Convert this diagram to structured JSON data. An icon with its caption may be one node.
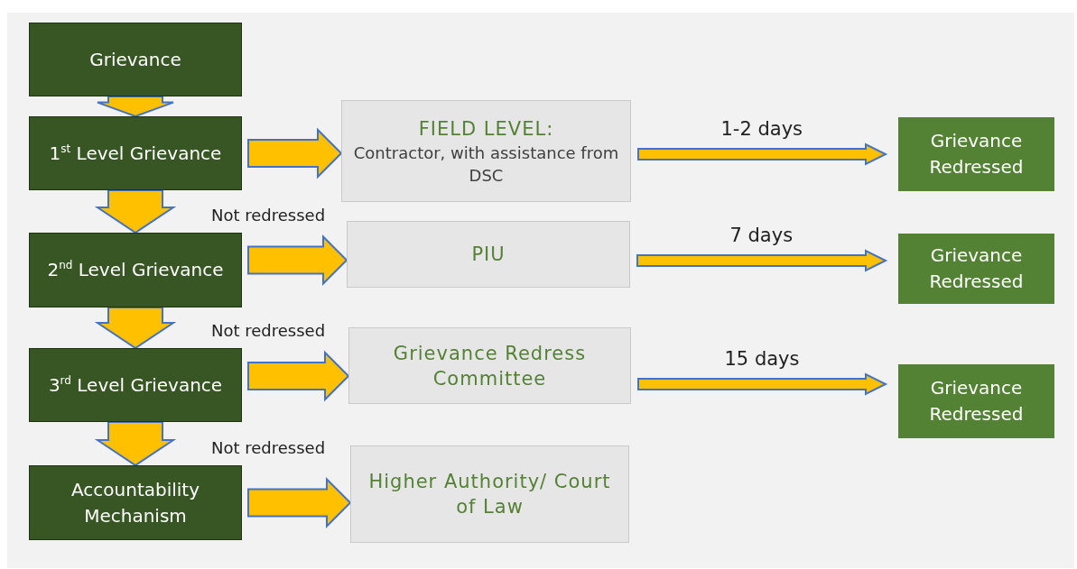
{
  "diagram": {
    "nodes": [
      {
        "text": [
          "Grievance"
        ]
      },
      {
        "text": [
          "1$^{st}$ Level Grievance"
        ]
      },
      {
        "text": [
          "FIELD LEVEL:",
          "Contractor, with assistance from DSC"
        ]
      },
      {
        "text": [
          "Grievance Redressed"
        ]
      },
      {
        "text": [
          "2$^{nd}$ Level Grievance"
        ]
      },
      {
        "text": [
          "PIU"
        ]
      },
      {
        "text": [
          "Grievance Redressed"
        ]
      },
      {
        "text": [
          "3$^{rd}$ Level Grievance"
        ]
      },
      {
        "text": [
          "Grievance Redress Committee"
        ]
      },
      {
        "text": [
          "Grievance Redressed"
        ]
      },
      {
        "text": [
          "Accountability Mechanism"
        ]
      },
      {
        "text": [
          "Higher Authority/ Court of Law"
        ]
      }
    ],
    "edges": [
      {
        "from": 0,
        "to": 1,
        "arrow": "to",
        "style": "thick"
      },
      {
        "from": 1,
        "to": 2,
        "arrow": "to",
        "style": "thick"
      },
      {
        "from": 2,
        "to": 3,
        "arrow": "to",
        "label": "1-2 days"
      },
      {
        "from": 1,
        "to": 4,
        "arrow": "to",
        "style": "thick",
        "label": "Not redressed"
      },
      {
        "from": 4,
        "to": 5,
        "arrow": "to",
        "style": "thick"
      },
      {
        "from": 5,
        "to": 6,
        "arrow": "to",
        "label": "7 days"
      },
      {
        "from": 4,
        "to": 7,
        "arrow": "to",
        "style": "thick",
        "label": "Not redressed"
      },
      {
        "from": 7,
        "to": 8,
        "arrow": "to",
        "style": "thick"
      },
      {
        "from": 8,
        "to": 9,
        "arrow": "to",
        "label": "15 days"
      },
      {
        "from": 7,
        "to": 10,
        "arrow": "to",
        "style": "thick",
        "label": "Not redressed"
      },
      {
        "from": 10,
        "to": 11,
        "arrow": "to",
        "style": "thick"
      }
    ]
  }
}
